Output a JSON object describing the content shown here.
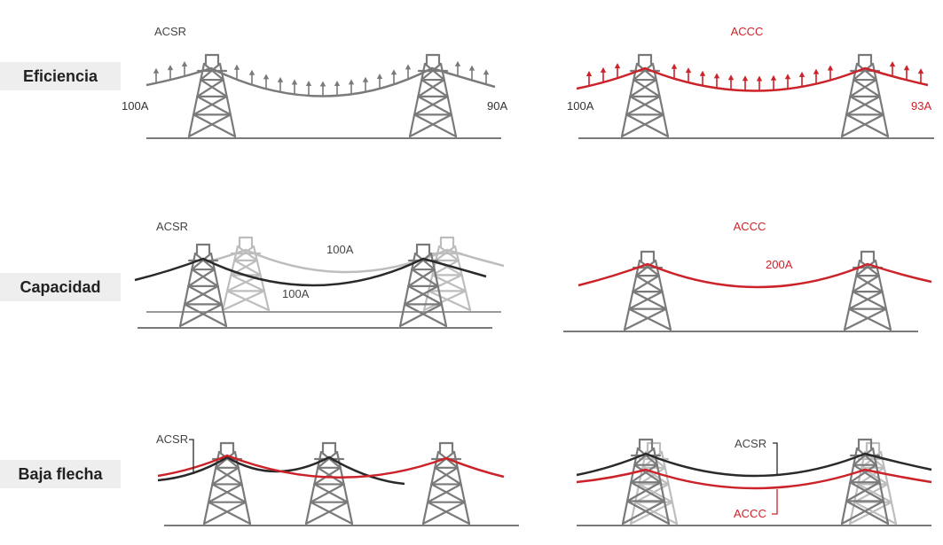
{
  "rows": {
    "eficiencia": {
      "label": "Eficiencia",
      "acsr": {
        "title": "ACSR",
        "current_left": "100A",
        "current_right": "90A"
      },
      "accc": {
        "title": "ACCC",
        "current_left": "100A",
        "current_right": "93A"
      }
    },
    "capacidad": {
      "label": "Capacidad",
      "acsr": {
        "title": "ACSR",
        "current_upper": "100A",
        "current_lower": "100A"
      },
      "accc": {
        "title": "ACCC",
        "current": "200A"
      }
    },
    "baja_flecha": {
      "label": "Baja flecha",
      "acsr": {
        "callout": "ACSR"
      },
      "accc": {
        "callout_acsr": "ACSR",
        "callout_accc": "ACCC"
      }
    }
  },
  "colors": {
    "accc_red": "#cc2229",
    "acsr_dark": "#2a2a2a",
    "tower_gray": "#7a7a7a",
    "ghost_gray": "#bdbdbd",
    "label_bg": "#eeeeee",
    "text": "#444444"
  }
}
